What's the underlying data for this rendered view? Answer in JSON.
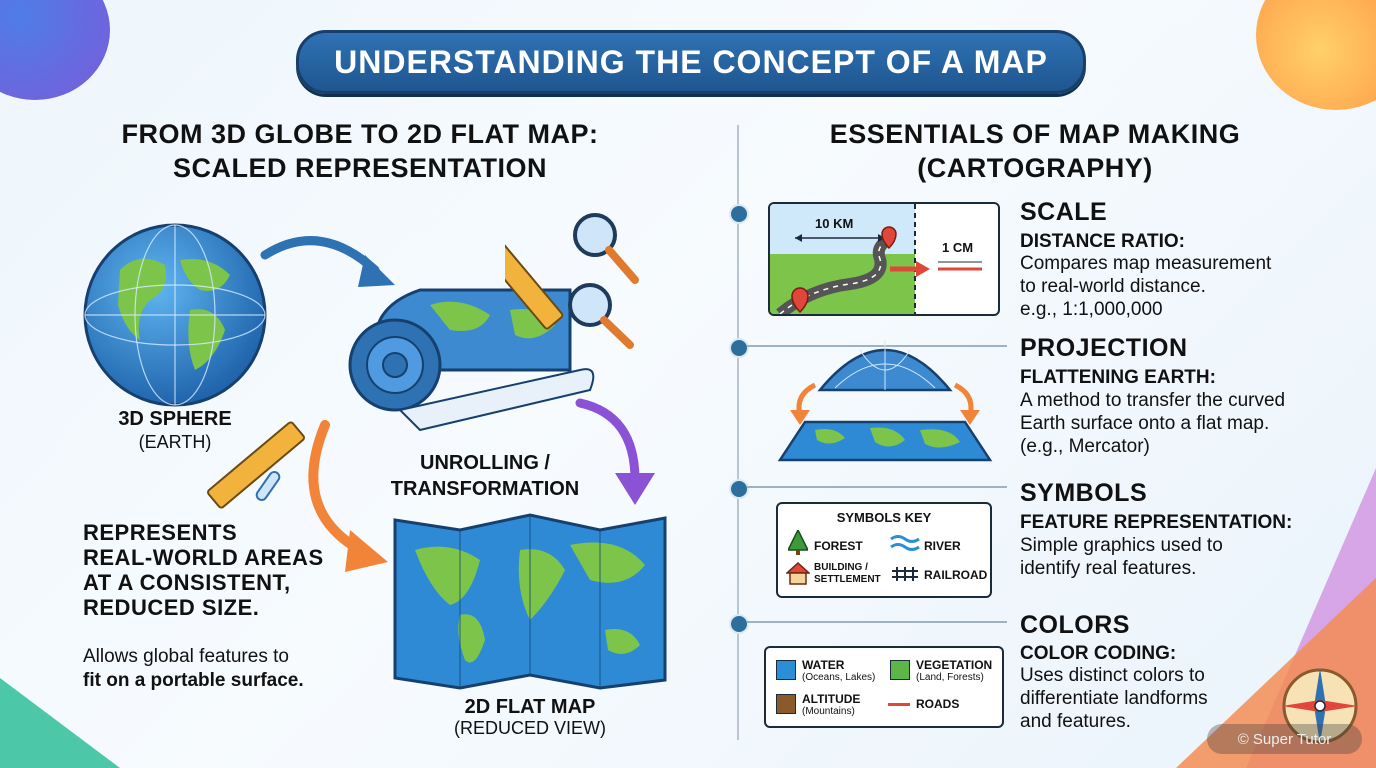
{
  "title": "UNDERSTANDING THE CONCEPT OF A MAP",
  "left": {
    "heading_line1": "FROM 3D GLOBE TO 2D FLAT MAP:",
    "heading_line2": "SCALED REPRESENTATION",
    "sphere_label": "3D SPHERE",
    "sphere_sub": "(EARTH)",
    "unroll_line1": "UNROLLING /",
    "unroll_line2": "TRANSFORMATION",
    "flat_label": "2D FLAT MAP",
    "flat_sub": "(REDUCED VIEW)",
    "represents": [
      "REPRESENTS",
      "REAL-WORLD AREAS",
      "AT A CONSISTENT,",
      "REDUCED SIZE."
    ],
    "allows_1": "Allows global features to",
    "allows_2": "fit on a portable surface."
  },
  "right": {
    "heading_line1": "ESSENTIALS OF MAP MAKING",
    "heading_line2": "(CARTOGRAPHY)",
    "scale": {
      "title": "SCALE",
      "sub": "DISTANCE RATIO:",
      "body1": "Compares map measurement",
      "body2": "to real-world distance.",
      "example": "e.g., 1:1,000,000",
      "km_label": "10 KM",
      "cm_label": "1 CM"
    },
    "projection": {
      "title": "PROJECTION",
      "sub": "FLATTENING EARTH:",
      "body1": "A method to transfer the curved",
      "body2": "Earth surface onto a flat map.",
      "body3": "(e.g., Mercator)"
    },
    "symbols": {
      "title": "SYMBOLS",
      "sub": "FEATURE REPRESENTATION:",
      "body1": "Simple graphics used to",
      "body2": "identify real features.",
      "key_title": "SYMBOLS KEY",
      "forest": "FOREST",
      "river": "RIVER",
      "building1": "BUILDING /",
      "building2": "SETTLEMENT",
      "railroad": "RAILROAD"
    },
    "colors": {
      "title": "COLORS",
      "sub": "COLOR CODING:",
      "body1": "Uses distinct colors to",
      "body2": "differentiate landforms",
      "body3": "and features.",
      "water": "WATER",
      "water_sub": "(Oceans, Lakes)",
      "vegetation": "VEGETATION",
      "vegetation_sub": "(Land, Forests)",
      "altitude": "ALTITUDE",
      "altitude_sub": "(Mountains)",
      "roads": "ROADS",
      "water_color": "#2b8fd8",
      "vegetation_color": "#5cb648",
      "altitude_color": "#8a5a2b",
      "roads_color": "#e0463a"
    }
  },
  "watermark": "© Super Tutor"
}
